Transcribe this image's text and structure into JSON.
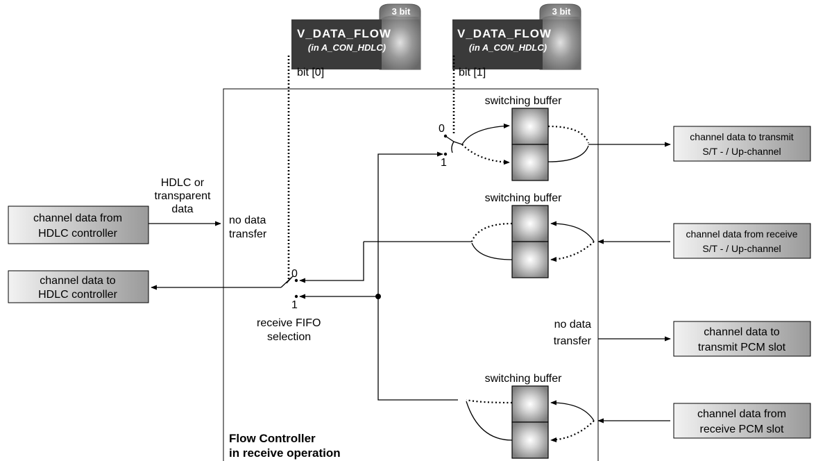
{
  "registers": [
    {
      "name": "V_DATA_FLOW",
      "location": "(in A_CON_HDLC)",
      "bits": "3 bit",
      "bit_label": "bit [0]"
    },
    {
      "name": "V_DATA_FLOW",
      "location": "(in A_CON_HDLC)",
      "bits": "3 bit",
      "bit_label": "bit [1]"
    }
  ],
  "controller": {
    "title_line1": "Flow Controller",
    "title_line2": "in receive operation"
  },
  "left_boxes": {
    "from_hdlc": {
      "line1": "channel data from",
      "line2": "HDLC controller"
    },
    "to_hdlc": {
      "line1": "channel data to",
      "line2": "HDLC controller"
    }
  },
  "right_boxes": {
    "to_st": {
      "line1": "channel data to transmit",
      "line2": "S/T - / Up-channel"
    },
    "from_st": {
      "line1": "channel data from receive",
      "line2": "S/T - / Up-channel"
    },
    "to_pcm": {
      "line1": "channel data to",
      "line2": "transmit PCM slot"
    },
    "from_pcm": {
      "line1": "channel data from",
      "line2": "receive PCM slot"
    }
  },
  "labels": {
    "hdlc_data_1": "HDLC or",
    "hdlc_data_2": "transparent",
    "hdlc_data_3": "data",
    "no_data_left_1": "no data",
    "no_data_left_2": "transfer",
    "no_data_right_1": "no data",
    "no_data_right_2": "transfer",
    "switching_buffer": "switching buffer",
    "fifo_sel_1": "receive FIFO",
    "fifo_sel_2": "selection",
    "switch_0": "0",
    "switch_1": "1"
  }
}
